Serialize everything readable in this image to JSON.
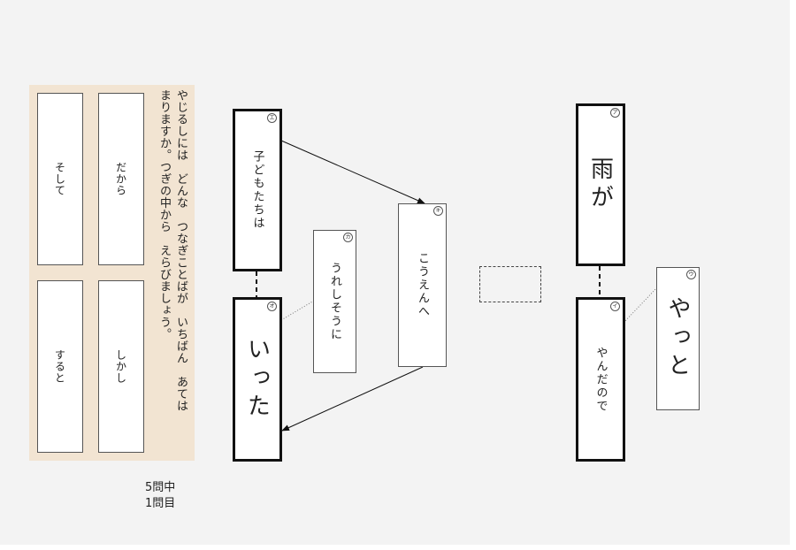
{
  "question": {
    "line1": "やじるしには　どんな　つなぎことばが　いちばん　あては",
    "line2": "まりますか。つぎの中から　えらびましょう。"
  },
  "choices": [
    {
      "label": "そして"
    },
    {
      "label": "だから"
    },
    {
      "label": "すると"
    },
    {
      "label": "しかし"
    }
  ],
  "cards": {
    "kodomotachi": {
      "marker": "エ",
      "text": "子どもたちは"
    },
    "itta": {
      "marker": "オ",
      "text": "いった"
    },
    "ureshisouni": {
      "marker": "カ",
      "text": "うれしそうに"
    },
    "kouenhe": {
      "marker": "キ",
      "text": "こうえんへ"
    },
    "ame": {
      "marker": "ア",
      "text": "雨が"
    },
    "yandanode": {
      "marker": "イ",
      "text": "やんだので"
    },
    "yatto": {
      "marker": "ウ",
      "text": "やっと"
    }
  },
  "progress": {
    "total_label": "5問中",
    "current_label": "1問目"
  }
}
